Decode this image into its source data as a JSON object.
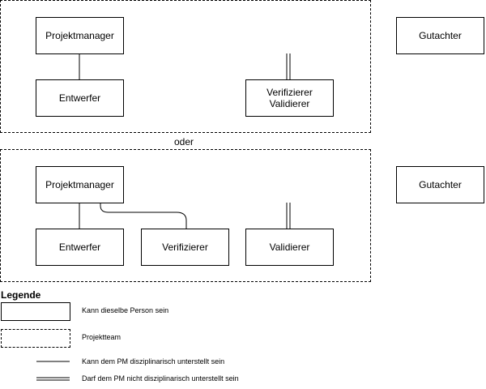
{
  "variant_a": {
    "projektmanager": "Projektmanager",
    "entwerfer": "Entwerfer",
    "verifizierer_validierer_line1": "Verifizierer",
    "verifizierer_validierer_line2": "Validierer",
    "gutachter": "Gutachter"
  },
  "separator": "oder",
  "variant_b": {
    "projektmanager": "Projektmanager",
    "entwerfer": "Entwerfer",
    "verifizierer": "Verifizierer",
    "validierer": "Validierer",
    "gutachter": "Gutachter"
  },
  "legend": {
    "title": "Legende",
    "items": [
      {
        "kind": "solid-box",
        "text": "Kann dieselbe Person sein"
      },
      {
        "kind": "dashed-box",
        "text": "Projektteam"
      },
      {
        "kind": "single-line",
        "text": "Kann dem PM disziplinarisch unterstellt sein"
      },
      {
        "kind": "double-line",
        "text": "Darf dem PM nicht disziplinarisch unterstellt sein"
      }
    ]
  }
}
